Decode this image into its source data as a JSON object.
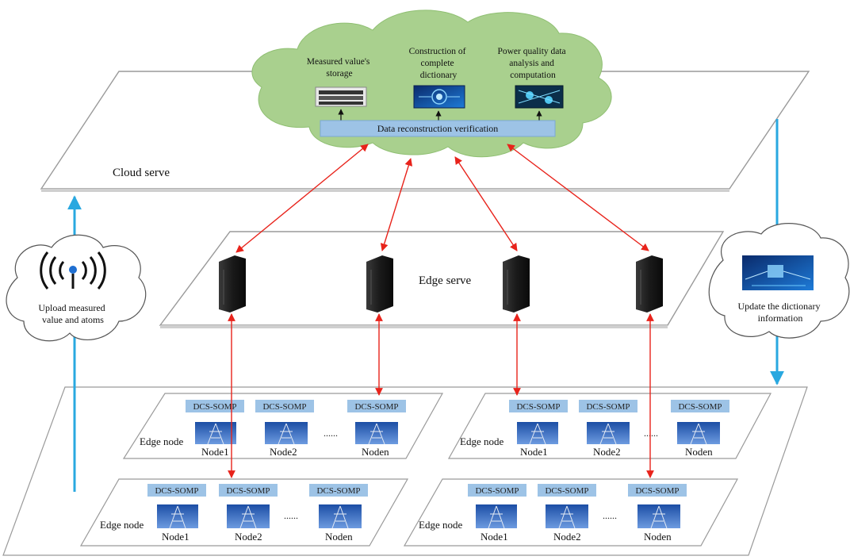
{
  "cloud": {
    "layer_label": "Cloud serve",
    "functions": [
      {
        "lines": [
          "Measured value's",
          "storage"
        ],
        "image": "disk-array-image"
      },
      {
        "lines": [
          "Construction of",
          "complete",
          "dictionary"
        ],
        "image": "ai-brain-image"
      },
      {
        "lines": [
          "Power quality data",
          "analysis and",
          "computation"
        ],
        "image": "data-analysis-image"
      }
    ],
    "verification_bar": "Data reconstruction verification"
  },
  "edge_layer": {
    "label": "Edge serve",
    "servers": 4
  },
  "edge_node_groups": [
    {
      "label": "Edge node",
      "dcs": "DCS-SOMP",
      "nodes": [
        "Node1",
        "Node2",
        "Noden"
      ],
      "ellipsis": "......"
    },
    {
      "label": "Edge node",
      "dcs": "DCS-SOMP",
      "nodes": [
        "Node1",
        "Node2",
        "Noden"
      ],
      "ellipsis": "......"
    },
    {
      "label": "Edge node",
      "dcs": "DCS-SOMP",
      "nodes": [
        "Node1",
        "Node2",
        "Noden"
      ],
      "ellipsis": "......"
    },
    {
      "label": "Edge node",
      "dcs": "DCS-SOMP",
      "nodes": [
        "Node1",
        "Node2",
        "Noden"
      ],
      "ellipsis": "......"
    }
  ],
  "side_notes": {
    "upload": [
      "Upload measured",
      "value and atoms"
    ],
    "update": [
      "Update the dictionary",
      "information"
    ]
  },
  "colors": {
    "cloud_fill": "#a9d08e",
    "bar_fill": "#9dc3e6",
    "red_arrow": "#e8231b",
    "blue_arrow": "#29a8e0",
    "node_fill": "#2f5fb0"
  }
}
